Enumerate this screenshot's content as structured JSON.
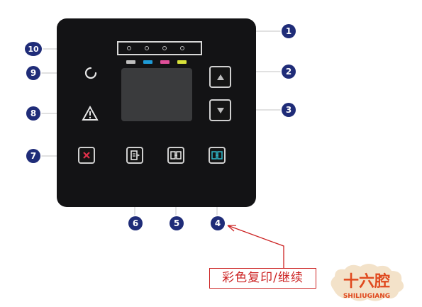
{
  "callouts": [
    {
      "id": "1",
      "label": "1"
    },
    {
      "id": "2",
      "label": "2"
    },
    {
      "id": "3",
      "label": "3"
    },
    {
      "id": "4",
      "label": "4"
    },
    {
      "id": "5",
      "label": "5"
    },
    {
      "id": "6",
      "label": "6"
    },
    {
      "id": "7",
      "label": "7"
    },
    {
      "id": "8",
      "label": "8"
    },
    {
      "id": "9",
      "label": "9"
    },
    {
      "id": "10",
      "label": "10"
    }
  ],
  "caption": "彩色复印/继续",
  "logo": {
    "cn": "十六腔",
    "en": "SHILIUGIANG"
  },
  "colors": {
    "panel": "#131315",
    "badge": "#1f2c78",
    "cancel_x": "#e0304a",
    "annotation_red": "#cc2222",
    "cyan": "#1e9bd7",
    "magenta": "#e04f9a",
    "yellow": "#d8e23a",
    "gray": "#bfbfbf",
    "color_copy_icon": "#2fb7c9"
  },
  "icons": {
    "power": "power-icon",
    "warning": "warning-icon",
    "cancel": "cancel-x-icon",
    "up": "up-arrow-icon",
    "down": "down-arrow-icon",
    "copy_settings": "copy-settings-icon",
    "mono_copy": "mono-copy-icon",
    "color_copy": "color-copy-icon"
  }
}
